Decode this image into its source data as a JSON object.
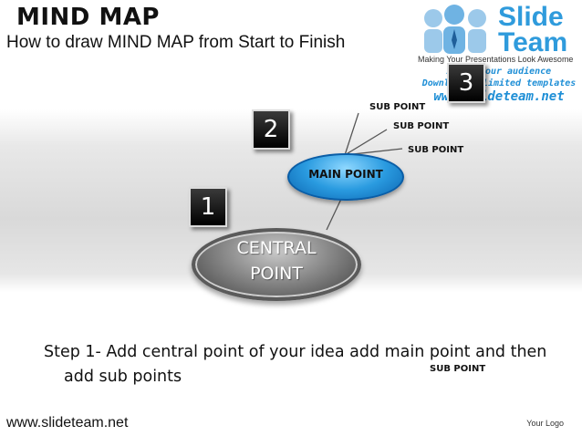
{
  "slide": {
    "title": "MIND MAP",
    "subtitle": "How  to draw MIND MAP  from Start to Finish"
  },
  "logo": {
    "word1": "Slide",
    "word2": "Team",
    "tagline": "Making Your Presentations Look Awesome",
    "promo1": "Amaze your audience",
    "promo2": "Download unlimited templates",
    "promo3": "www.slideteam.net"
  },
  "badges": [
    "1",
    "2",
    "3"
  ],
  "diagram": {
    "central": "CENTRAL\nPOINT",
    "main": "MAIN POINT",
    "sub_points": [
      "SUB POINT",
      "SUB POINT",
      "SUB POINT"
    ],
    "extra_sub_point": "SUB POINT"
  },
  "step": {
    "line1": "Step 1-  Add central point of your idea add main point and then",
    "line2": "add sub points"
  },
  "footer": {
    "url": "www.slideteam.net",
    "your_logo": "Your Logo"
  },
  "colors": {
    "main_point": "#2a9be0",
    "central_point": "#6e6e6e",
    "brand": "#2f9bdc"
  }
}
